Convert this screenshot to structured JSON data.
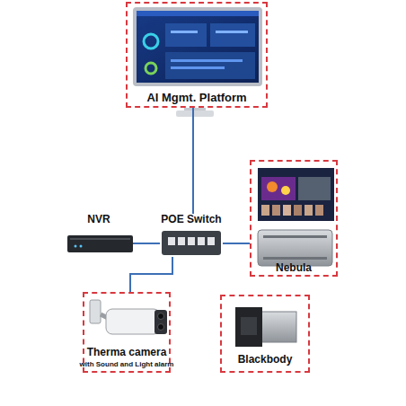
{
  "diagram": {
    "nodes": [
      {
        "text": [
          "AI Mgmt. Platform"
        ]
      },
      {
        "text": [
          "NVR"
        ]
      },
      {
        "text": [
          "POE Switch"
        ]
      },
      {
        "text": [
          "Nebula"
        ]
      },
      {
        "text": [
          "Therma camera",
          "with Sound and Light alarm"
        ]
      },
      {
        "text": [
          "Blackbody"
        ]
      }
    ],
    "edges": [
      {
        "from": 0,
        "to": 2,
        "arrow": "none"
      },
      {
        "from": 1,
        "to": 2,
        "arrow": "none"
      },
      {
        "from": 2,
        "to": 3,
        "arrow": "none"
      },
      {
        "from": 2,
        "to": 4,
        "arrow": "none"
      }
    ]
  }
}
